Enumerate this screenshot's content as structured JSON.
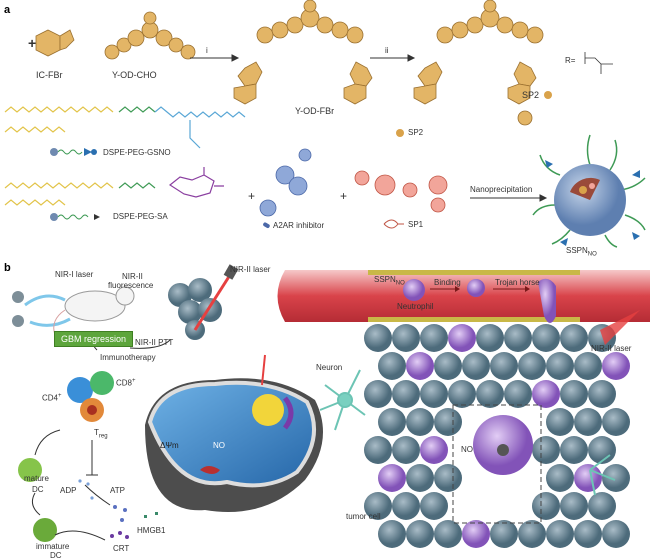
{
  "panel_a": {
    "label": "a",
    "compounds": {
      "ic_fbr": "IC-FBr",
      "y_od_cho": "Y-OD-CHO",
      "y_od_fbr": "Y-OD-FBr",
      "sp2": "SP2",
      "r_group": "R=",
      "step_i": "i",
      "step_ii": "ii"
    },
    "dspe_peg_gsno": "DSPE-PEG-GSNO",
    "dspe_peg_sa": "DSPE-PEG-SA",
    "a2ar_inhibitor": "A2AR inhibitor",
    "sp1": "SP1",
    "sp2_legend": "SP2",
    "nanoprecipitation": "Nanoprecipitation",
    "sspn": "SSPN",
    "sspn_sub": "NO"
  },
  "panel_b": {
    "label": "b",
    "nir1_laser": "NIR-I laser",
    "nir2_fluor_1": "NIR-II",
    "nir2_fluor_2": "fluorescence",
    "nir2_laser_top": "NIR-II laser",
    "gbm_regression": "GBM regression",
    "nir2_ptt": "NIR-II PTT",
    "immunotherapy": "Immunotherapy",
    "cd8": "CD8",
    "cd8_sup": "+",
    "cd4": "CD4",
    "cd4_sup": "+",
    "treg": "T",
    "treg_sub": "reg",
    "mature_dc_1": "mature",
    "mature_dc_2": "DC",
    "immature_dc_1": "immature",
    "immature_dc_2": "DC",
    "adp": "ADP",
    "atp": "ATP",
    "hmgb1": "HMGB1",
    "crt": "CRT",
    "delta_psi": "ΔΨm",
    "no_cell": "NO",
    "vessel": {
      "sspn": "SSPN",
      "sspn_sub": "NO",
      "binding": "Binding",
      "trojan_horse": "Trojan horse",
      "neutrophil": "Neutrophil"
    },
    "neuron": "Neuron",
    "nir2_laser_right": "NIR-II laser",
    "no_tissue": "NO",
    "tumor_cell": "tumor cell"
  },
  "colors": {
    "sp2_orange": "#d9a24a",
    "peg_green": "#3e9a55",
    "gsno_blue": "#5aa7d6",
    "sa_purple": "#8a3fa0",
    "sp1_red": "#e0705e",
    "vessel_red": "#d9434a",
    "gbm_green": "#5da53c",
    "tumor_gray": "#6f8a98",
    "neutrophil_purple": "#a77ad0",
    "cell_blue": "#3d86c8"
  }
}
